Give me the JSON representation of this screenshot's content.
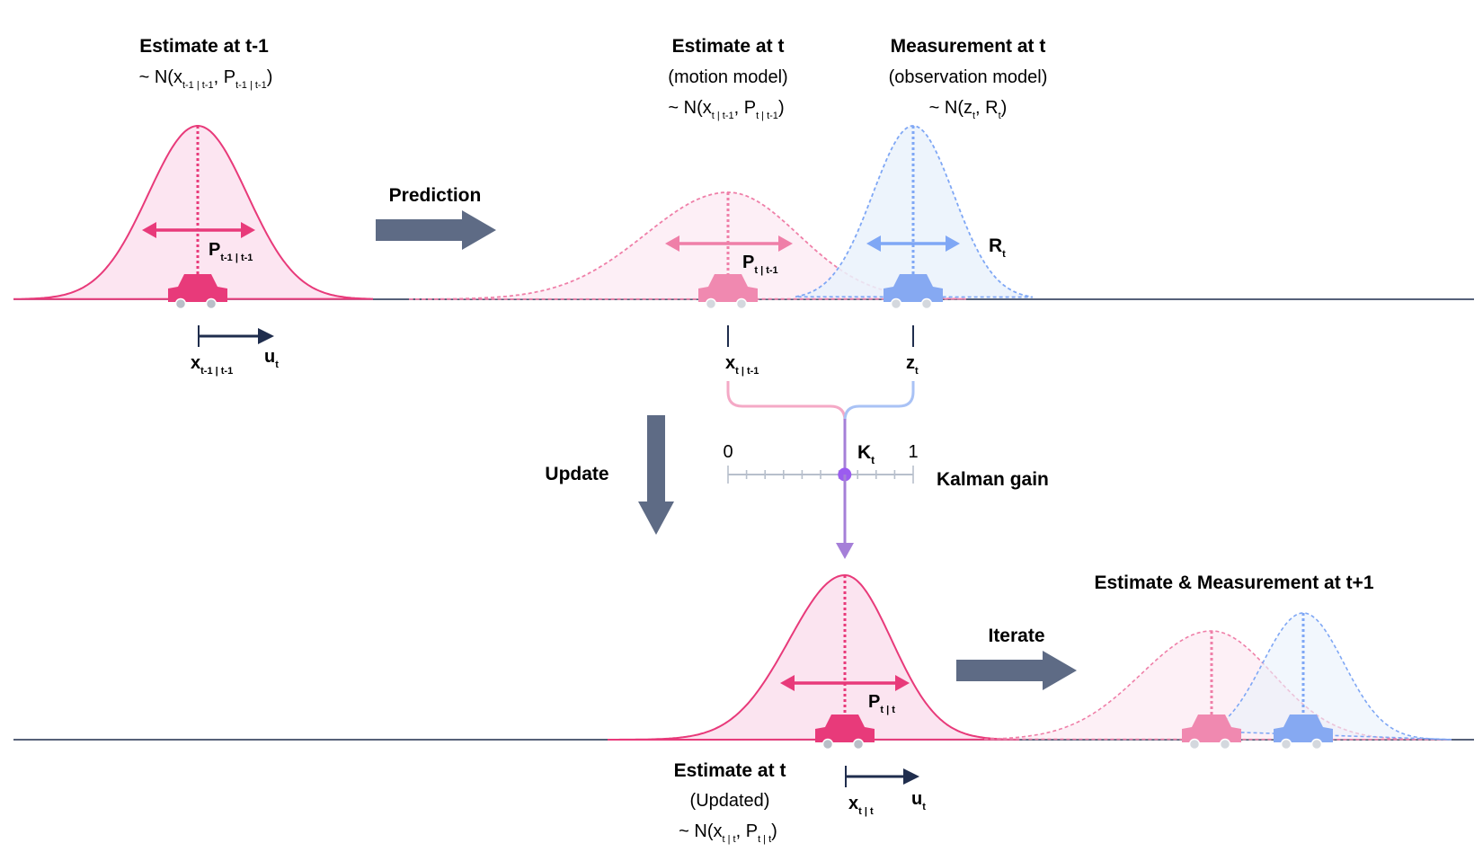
{
  "top": {
    "prev": {
      "title": "Estimate at t-1",
      "dist_prefix": "~ N(x",
      "dist_sub1": "t-1 | t-1",
      "dist_mid": ", P",
      "dist_sub2": "t-1 | t-1",
      "dist_suffix": ")",
      "p_main": "P",
      "p_sub": "t-1 | t-1",
      "x_main": "x",
      "x_sub": "t-1 | t-1",
      "u_main": "u",
      "u_sub": "t"
    },
    "pred": {
      "title": "Estimate at t",
      "subtitle": "(motion model)",
      "dist_prefix": "~ N(x",
      "dist_sub1": "t | t-1",
      "dist_mid": ", P",
      "dist_sub2": "t | t-1",
      "dist_suffix": ")",
      "p_main": "P",
      "p_sub": "t | t-1",
      "x_main": "x",
      "x_sub": "t | t-1"
    },
    "meas": {
      "title": "Measurement at t",
      "subtitle": "(observation model)",
      "dist_prefix": "~ N(z",
      "dist_sub1": "t",
      "dist_mid": ", R",
      "dist_sub2": "t",
      "dist_suffix": ")",
      "r_main": "R",
      "r_sub": "t",
      "z_main": "z",
      "z_sub": "t"
    }
  },
  "arrows": {
    "prediction": "Prediction",
    "update": "Update",
    "iterate": "Iterate"
  },
  "gain": {
    "label": "Kalman gain",
    "min": "0",
    "max": "1",
    "k_main": "K",
    "k_sub": "t",
    "value": 0.63,
    "ticks": 10
  },
  "bottom": {
    "upd": {
      "title": "Estimate at t",
      "subtitle": "(Updated)",
      "dist_prefix": "~ N(x",
      "dist_sub1": "t | t",
      "dist_mid": ", P",
      "dist_sub2": "t | t",
      "dist_suffix": ")",
      "p_main": "P",
      "p_sub": "t | t",
      "x_main": "x",
      "x_sub": "t | t",
      "u_main": "u",
      "u_sub": "t"
    },
    "next": {
      "title": "Estimate & Measurement at t+1"
    }
  },
  "colors": {
    "pink": "#e83a7a",
    "pink_light": "#ef7fa8",
    "pink_fill": "#fbe1ee",
    "blue": "#7fa7f5",
    "blue_fill": "#eaf2fb",
    "purple": "#a57fd8",
    "purple_dot": "#9b5cf0",
    "navy": "#1f2d4d",
    "arrow_gray": "#5e6b85",
    "gain_axis": "#b7bfcc"
  }
}
